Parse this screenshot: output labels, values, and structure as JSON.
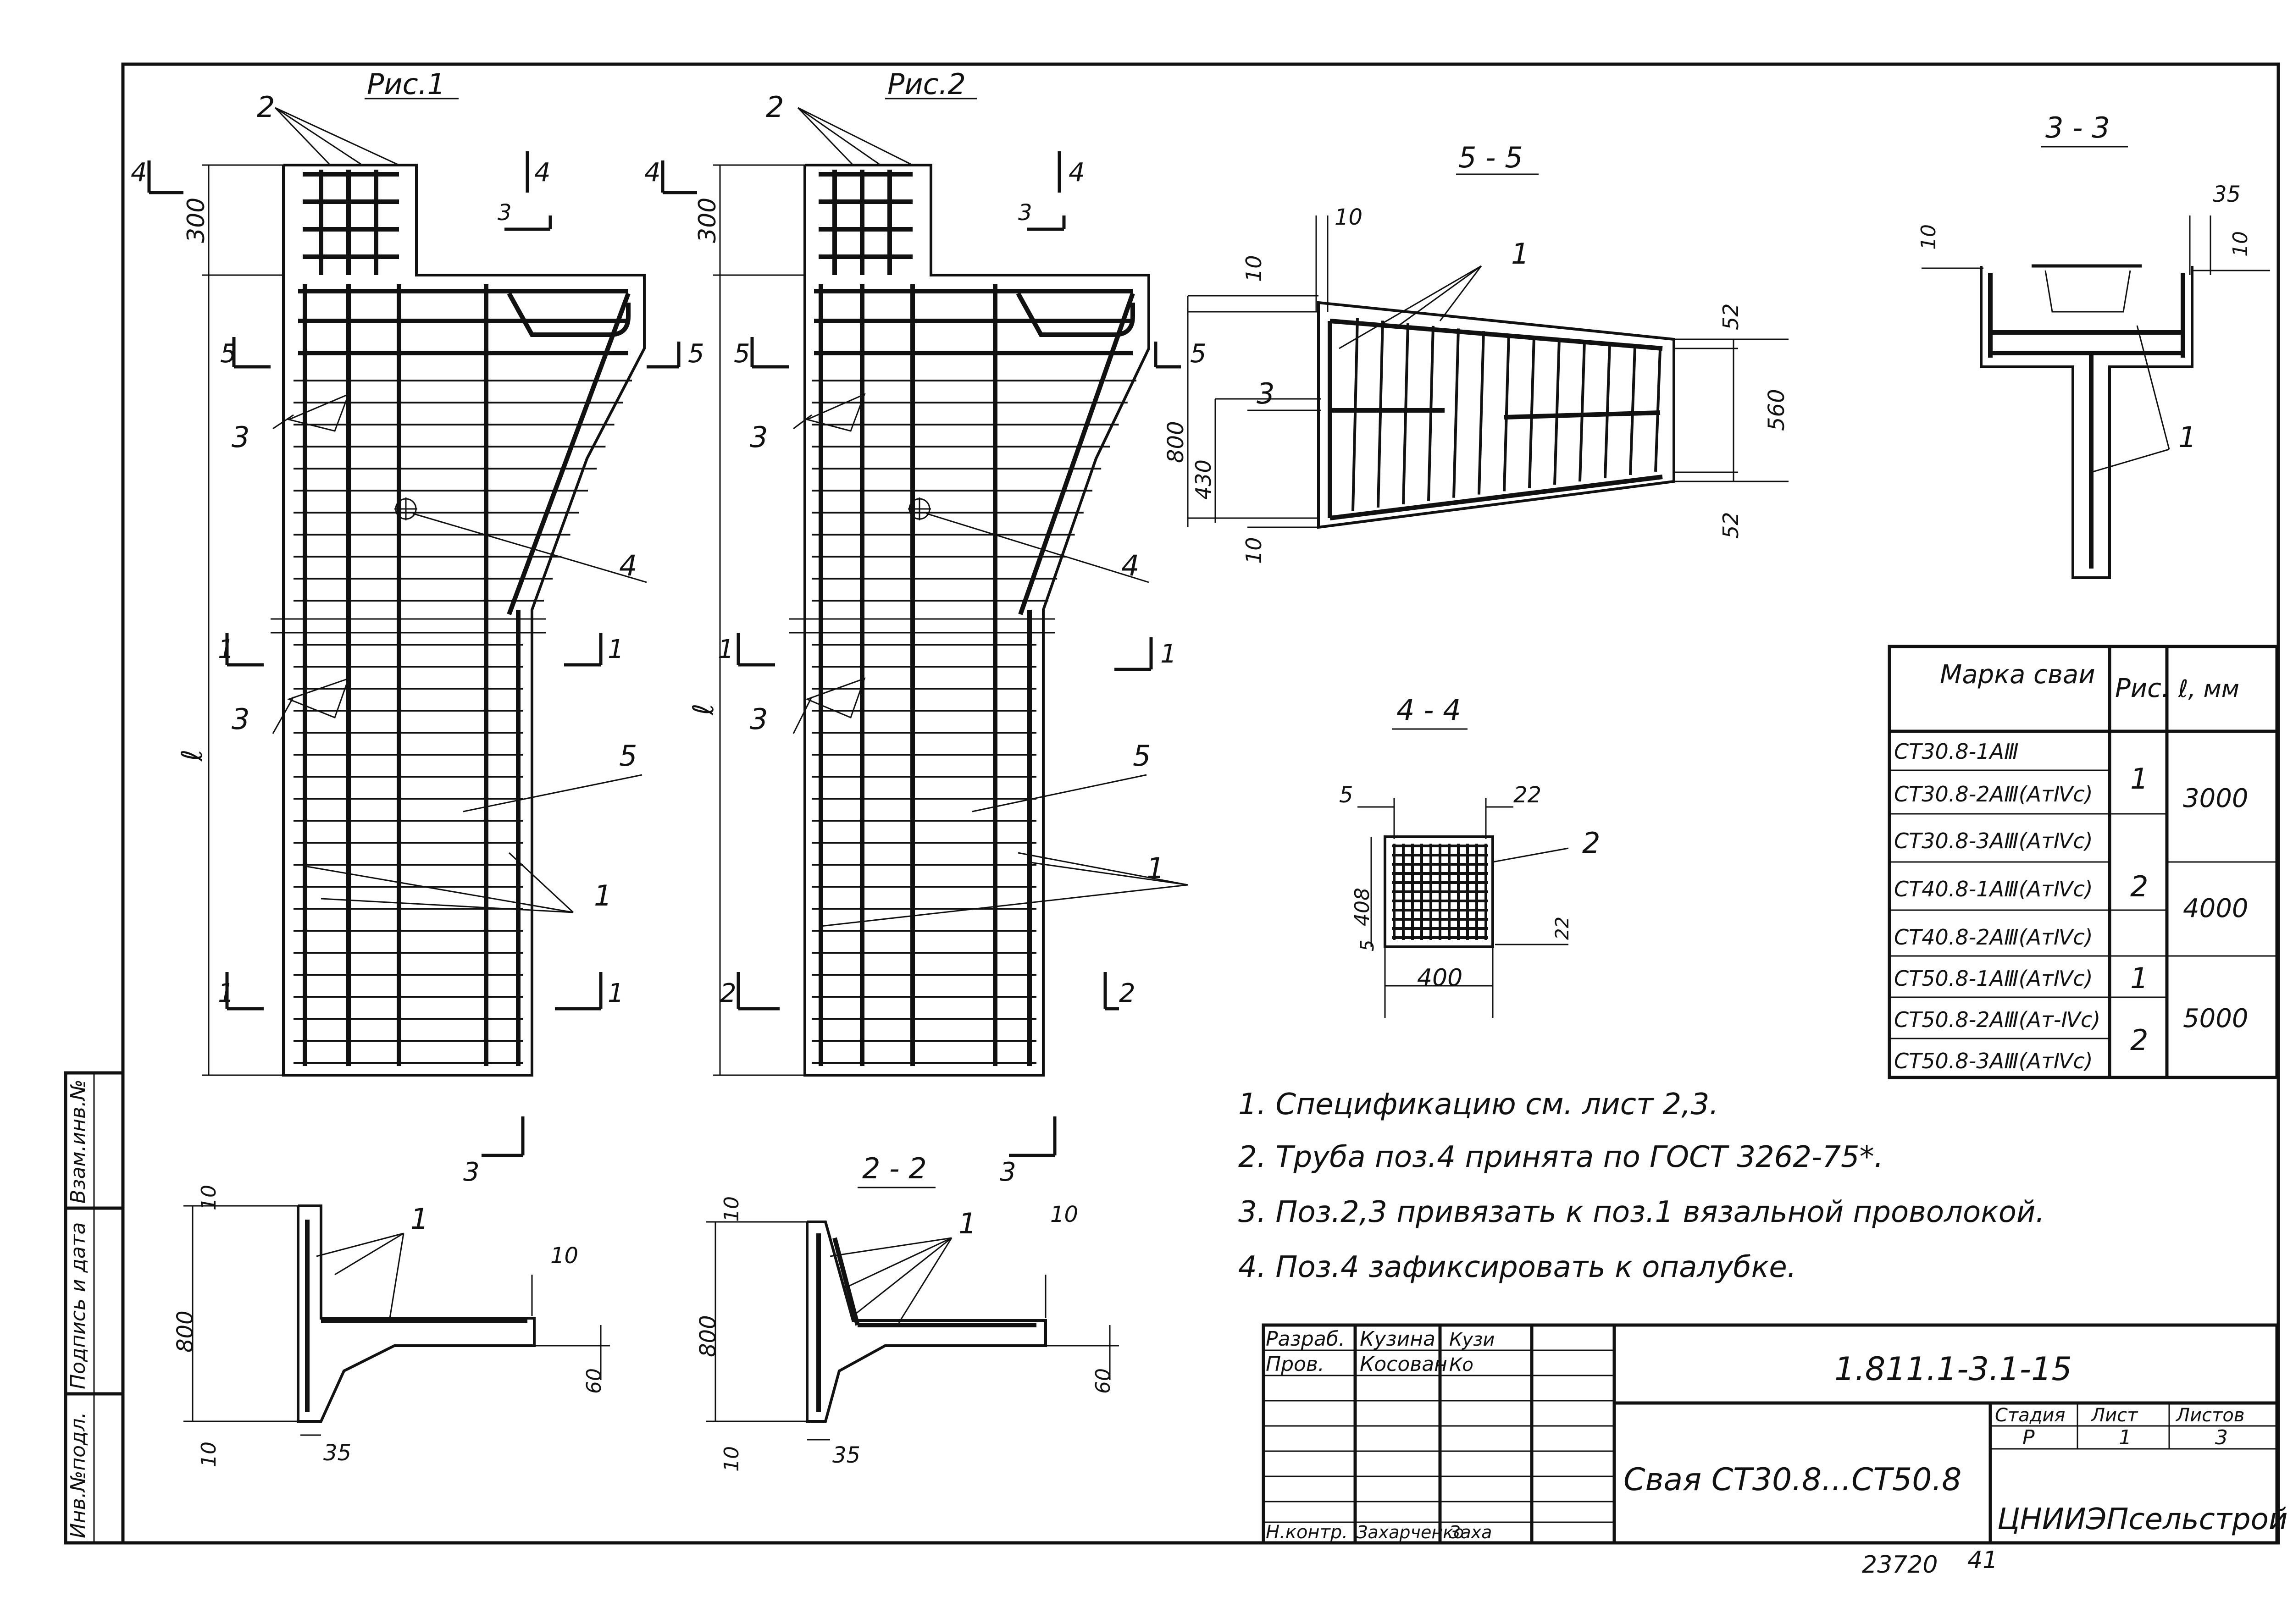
{
  "figures": {
    "fig1_title": "Рис.1",
    "fig2_title": "Рис.2",
    "section_5_5": "5 - 5",
    "section_3_3": "3 - 3",
    "section_4_4": "4 - 4",
    "section_2_2": "2 - 2"
  },
  "callouts": {
    "pos1": "1",
    "pos2": "2",
    "pos3": "3",
    "pos4": "4",
    "pos5": "5"
  },
  "section_marks": {
    "m1": "1",
    "m2": "2",
    "m3": "3",
    "m4": "4",
    "m5": "5"
  },
  "dimensions": {
    "d300": "300",
    "d10": "10",
    "d800": "800",
    "d430": "430",
    "d52": "52",
    "d560": "560",
    "d35": "35",
    "d60": "60",
    "d5": "5",
    "d22": "22",
    "d408": "408",
    "d400": "400",
    "l": "ℓ"
  },
  "table": {
    "headers": [
      "Марка сваи",
      "Рис.",
      "ℓ, мм"
    ],
    "rows": [
      "СТ30.8-1АⅢ",
      "СТ30.8-2АⅢ(АтⅣс)",
      "СТ30.8-3АⅢ(АтⅣс)",
      "СТ40.8-1АⅢ(АтⅣс)",
      "СТ40.8-2АⅢ(АтⅣс)",
      "СТ50.8-1АⅢ(АтⅣс)",
      "СТ50.8-2АⅢ(Ат-Ⅳс)",
      "СТ50.8-3АⅢ(АтⅣс)"
    ],
    "fig_values": [
      "1",
      "2",
      "1",
      "2"
    ],
    "length_values": [
      "3000",
      "4000",
      "5000"
    ]
  },
  "notes": [
    "1. Спецификацию см. лист 2,3.",
    "2. Труба поз.4 принята по ГОСТ 3262-75*.",
    "3. Поз.2,3 привязать к поз.1 вязальной проволокой.",
    "4. Поз.4 зафиксировать к опалубке."
  ],
  "title_block": {
    "role_1": "Разраб.",
    "name_1": "Кузина",
    "sign_1": "Кузи",
    "role_2": "Пров.",
    "name_2": "Косован",
    "sign_2": "Ко",
    "role_3": "Н.контр.",
    "name_3": "Захарченко",
    "sign_3": "Заха",
    "doc_code": "1.811.1-3.1-15",
    "title": "Свая СТ30.8...СТ50.8",
    "stage_label": "Стадия",
    "sheet_label": "Лист",
    "sheets_label": "Листов",
    "stage_value": "Р",
    "sheet_value": "1",
    "sheets_value": "3",
    "organization": "ЦНИИЭПсельстрой"
  },
  "side_stamp": {
    "inv_no": "Инв.№подл.",
    "sign_date": "Подпись и дата",
    "replaces": "Взам.инв.№"
  },
  "footer": {
    "archive_no": "23720",
    "page_no": "41"
  }
}
